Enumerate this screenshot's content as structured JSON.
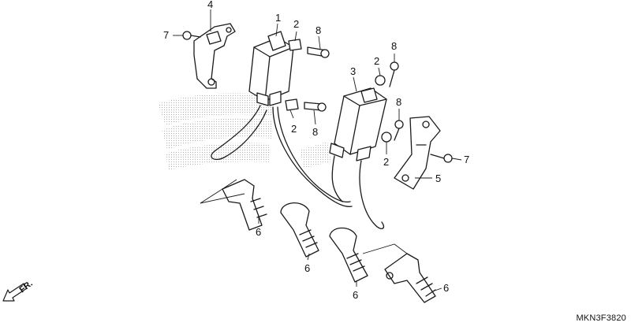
{
  "diagram": {
    "reference_code": "MKN3F3820",
    "direction_label": "FR.",
    "callouts": [
      {
        "id": "c1",
        "label": "1"
      },
      {
        "id": "c2a",
        "label": "2"
      },
      {
        "id": "c2b",
        "label": "2"
      },
      {
        "id": "c2c",
        "label": "2"
      },
      {
        "id": "c2d",
        "label": "2"
      },
      {
        "id": "c3",
        "label": "3"
      },
      {
        "id": "c4",
        "label": "4"
      },
      {
        "id": "c5",
        "label": "5"
      },
      {
        "id": "c6a",
        "label": "6"
      },
      {
        "id": "c6b",
        "label": "6"
      },
      {
        "id": "c6c",
        "label": "6"
      },
      {
        "id": "c6d",
        "label": "6"
      },
      {
        "id": "c7a",
        "label": "7"
      },
      {
        "id": "c7b",
        "label": "7"
      },
      {
        "id": "c8a",
        "label": "8"
      },
      {
        "id": "c8b",
        "label": "8"
      },
      {
        "id": "c8c",
        "label": "8"
      },
      {
        "id": "c8d",
        "label": "8"
      }
    ]
  }
}
